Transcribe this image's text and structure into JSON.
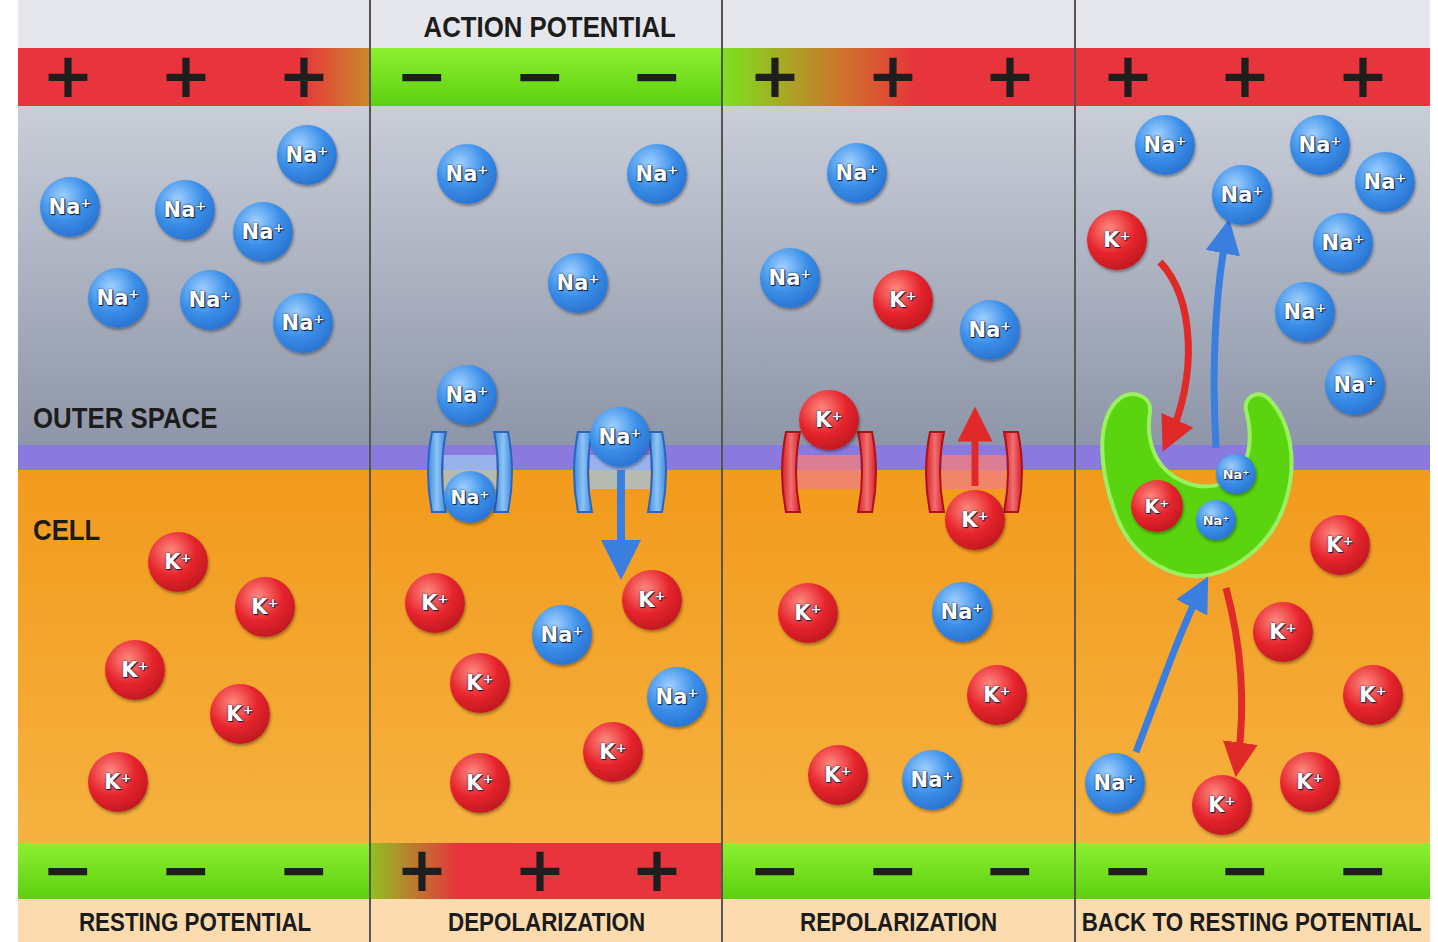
{
  "diagram": {
    "nodes": [
      {
        "text": [
          "Na⁺"
        ]
      },
      {
        "text": [
          "Na⁺"
        ]
      },
      {
        "text": [
          "Na⁺"
        ]
      },
      {
        "text": [
          "Na⁺"
        ]
      },
      {
        "text": [
          "Na⁺"
        ]
      },
      {
        "text": [
          "Na⁺"
        ]
      },
      {
        "text": [
          "Na⁺"
        ]
      },
      {
        "text": [
          "K⁺"
        ]
      },
      {
        "text": [
          "K⁺"
        ]
      },
      {
        "text": [
          "K⁺"
        ]
      },
      {
        "text": [
          "K⁺"
        ]
      },
      {
        "text": [
          "K⁺"
        ]
      },
      {
        "text": [
          "Na⁺"
        ]
      },
      {
        "text": [
          "Na⁺"
        ]
      },
      {
        "text": [
          "Na⁺"
        ]
      },
      {
        "text": [
          "Na⁺"
        ]
      },
      {
        "text": [
          "Na⁺"
        ]
      },
      {
        "text": [
          "Na⁺"
        ]
      },
      {
        "text": [
          "Na⁺"
        ]
      },
      {
        "text": [
          "Na⁺"
        ]
      },
      {
        "text": [
          "K⁺"
        ]
      },
      {
        "text": [
          "K⁺"
        ]
      },
      {
        "text": [
          "K⁺"
        ]
      },
      {
        "text": [
          "K⁺"
        ]
      },
      {
        "text": [
          "K⁺"
        ]
      },
      {
        "text": [
          "Na⁺"
        ]
      },
      {
        "text": [
          "Na⁺"
        ]
      },
      {
        "text": [
          "Na⁺"
        ]
      },
      {
        "text": [
          "Na⁺"
        ]
      },
      {
        "text": [
          "Na⁺"
        ]
      },
      {
        "text": [
          "K⁺"
        ]
      },
      {
        "text": [
          "K⁺"
        ]
      },
      {
        "text": [
          "K⁺"
        ]
      },
      {
        "text": [
          "K⁺"
        ]
      },
      {
        "text": [
          "K⁺"
        ]
      },
      {
        "text": [
          "K⁺"
        ]
      },
      {
        "text": [
          "Na⁺"
        ]
      },
      {
        "text": [
          "Na⁺"
        ]
      },
      {
        "text": [
          "Na⁺"
        ]
      },
      {
        "text": [
          "Na⁺"
        ]
      },
      {
        "text": [
          "Na⁺"
        ]
      },
      {
        "text": [
          "Na⁺"
        ]
      },
      {
        "text": [
          "Na⁺"
        ]
      },
      {
        "text": [
          "Na⁺"
        ]
      },
      {
        "text": [
          "Na⁺"
        ]
      },
      {
        "text": [
          "Na⁺"
        ]
      },
      {
        "text": [
          "K⁺"
        ]
      },
      {
        "text": [
          "K⁺"
        ]
      },
      {
        "text": [
          "K⁺"
        ]
      },
      {
        "text": [
          "K⁺"
        ]
      },
      {
        "text": [
          "K⁺"
        ]
      },
      {
        "text": [
          "K⁺"
        ]
      },
      {
        "text": [
          "K⁺"
        ]
      }
    ],
    "labels": [
      "ACTION POTENTIAL",
      "+",
      "+",
      "+",
      "−",
      "−",
      "−",
      "+",
      "+",
      "+",
      "+",
      "+",
      "+",
      "OUTER SPACE",
      "CELL",
      "−",
      "−",
      "−",
      "+",
      "+",
      "+",
      "−",
      "−",
      "−",
      "−",
      "−",
      "−",
      "RESTING POTENTIAL",
      "DEPOLARIZATION",
      "REPOLARIZATION",
      "BACK TO RESTING POTENTIAL"
    ]
  }
}
